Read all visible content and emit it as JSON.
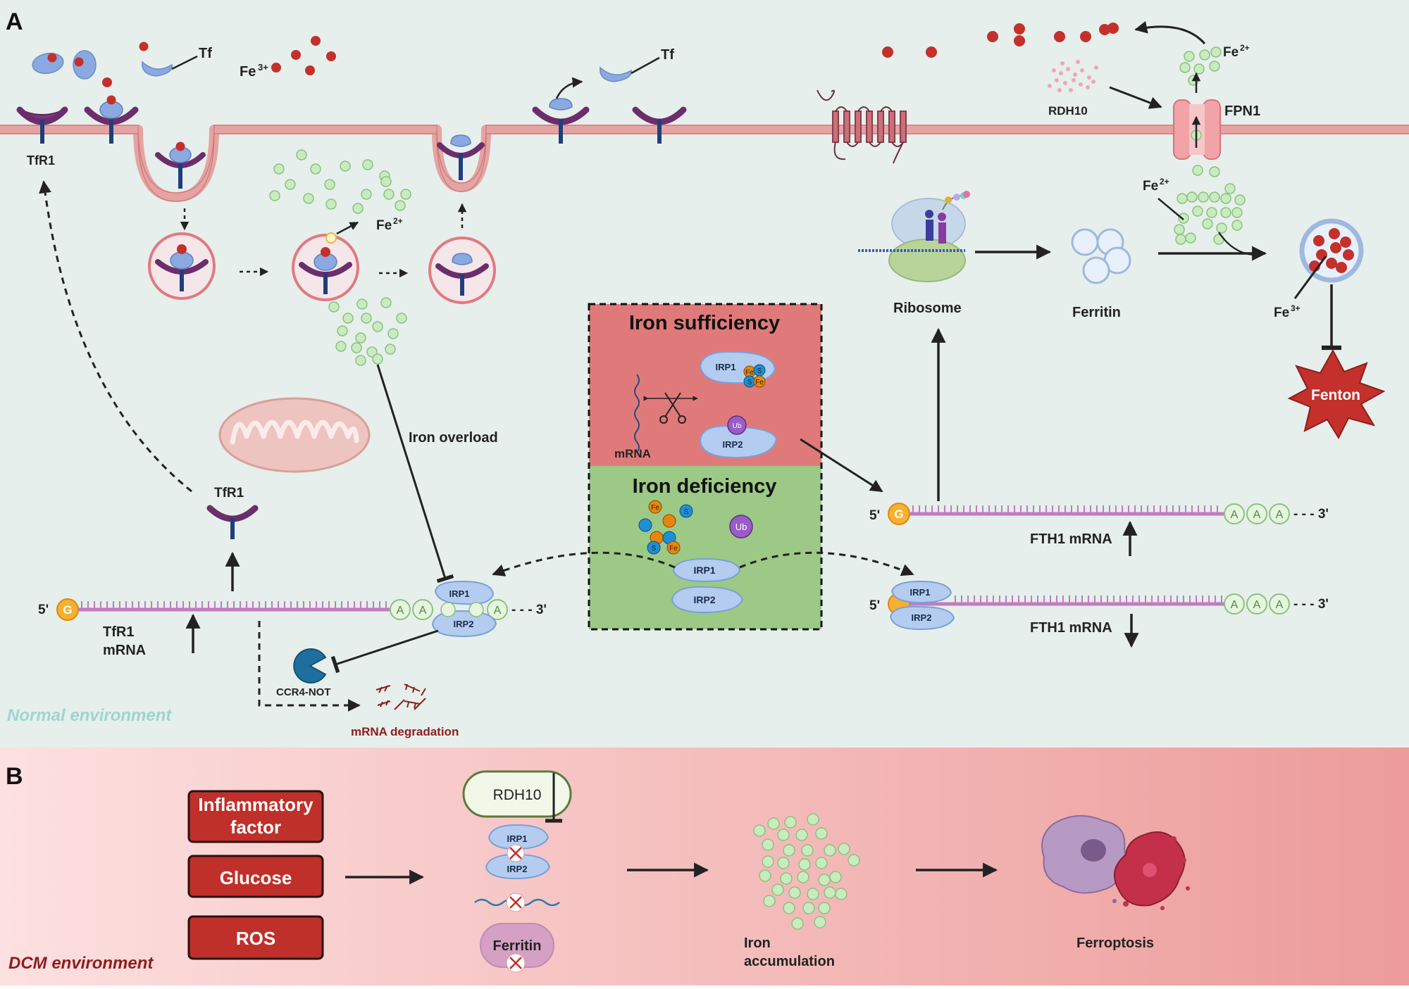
{
  "panel_a": {
    "letter": "A",
    "environment": "Normal environment",
    "labels": {
      "tf_top_left": "Tf",
      "fe3_top": "Fe",
      "fe3_sup": "3+",
      "tf_top_mid": "Tf",
      "tfr1_membrane": "TfR1",
      "fe2_endosome": "Fe",
      "fe2_sup": "2+",
      "fe2_efflux": "Fe",
      "fe2_efflux_sup": "2+",
      "rdh10": "RDH10",
      "fpn1": "FPN1",
      "fe2_cyto": "Fe",
      "fe2_cyto_sup": "2+",
      "ribosome": "Ribosome",
      "ferritin": "Ferritin",
      "fe3_ferritin": "Fe",
      "fe3_ferritin_sup": "3+",
      "fenton": "Fenton",
      "iron_overload": "Iron  overload",
      "tfr1_cyto": "TfR1",
      "tfr1_mrna_line1": "TfR1",
      "tfr1_mrna_line2": "mRNA",
      "five_prime": "5'",
      "three_prime": "- - - 3'",
      "cap_g": "G",
      "poly_a": "A",
      "irp1": "IRP1",
      "irp2": "IRP2",
      "ccr4_not": "CCR4-NOT",
      "mrna_degradation": "mRNA degradation",
      "fth1_mrna_up": "FTH1 mRNA",
      "fth1_mrna_down": "FTH1 mRNA",
      "iron_sufficiency": "Iron sufficiency",
      "iron_deficiency": "Iron deficiency",
      "mrna_box": "mRNA",
      "fe_cluster": "Fe",
      "s_cluster": "S",
      "ub": "Ub"
    }
  },
  "panel_b": {
    "letter": "B",
    "environment": "DCM environment",
    "factors": [
      "Inflammatory factor",
      "Glucose",
      "ROS"
    ],
    "rdh10": "RDH10",
    "irp1": "IRP1",
    "irp2": "IRP2",
    "ferritin": "Ferritin",
    "iron_accumulation_line1": "Iron",
    "iron_accumulation_line2": "accumulation",
    "ferroptosis": "Ferroptosis"
  },
  "colors": {
    "panel_a_bg": "#e6efeb",
    "membrane": "#e6a3a3",
    "iron_red": "#c4302b",
    "fe2_green": "#c8ebc0",
    "irp_blue": "#a9c8ee",
    "tfr1_purple": "#6b2d6b",
    "sufficiency_bg": "#e07a7a",
    "deficiency_bg": "#9cc985",
    "factor_box": "#c0302b",
    "mrna_purple": "#c27bc2"
  }
}
